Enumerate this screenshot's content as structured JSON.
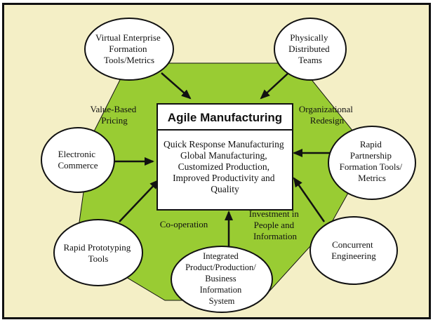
{
  "colors": {
    "background": "#f4efc6",
    "heptagon": "#99cc33",
    "frame": "#111111",
    "node_fill": "#ffffff"
  },
  "center": {
    "title": "Agile Manufacturing",
    "lines": [
      "Quick Response Manufacturing",
      "Global Manufacturing,",
      "Customized Production,",
      "Improved Productivity and",
      "Quality"
    ]
  },
  "nodes": [
    {
      "id": "virtual-enterprise",
      "lines": [
        "Virtual Enterprise",
        "Formation",
        "Tools/Metrics"
      ]
    },
    {
      "id": "physically-distributed-teams",
      "lines": [
        "Physically",
        "Distributed",
        "Teams"
      ]
    },
    {
      "id": "electronic-commerce",
      "lines": [
        "Electronic",
        "Commerce"
      ]
    },
    {
      "id": "rapid-partnership",
      "lines": [
        "Rapid",
        "Partnership",
        "Formation Tools/",
        "Metrics"
      ]
    },
    {
      "id": "rapid-prototyping",
      "lines": [
        "Rapid Prototyping",
        "Tools"
      ]
    },
    {
      "id": "concurrent-engineering",
      "lines": [
        "Concurrent",
        "Engineering"
      ]
    },
    {
      "id": "integrated-product",
      "lines": [
        "Integrated",
        "Product/Production/",
        "Business",
        "Information",
        "System"
      ]
    }
  ],
  "edge_labels": [
    {
      "id": "value-based-pricing",
      "lines": [
        "Value-Based",
        "Pricing"
      ]
    },
    {
      "id": "organizational-redesign",
      "lines": [
        "Organizational",
        "Redesign"
      ]
    },
    {
      "id": "co-operation",
      "lines": [
        "Co-operation"
      ]
    },
    {
      "id": "investment",
      "lines": [
        "Investment in",
        "People and",
        "Information"
      ]
    }
  ]
}
